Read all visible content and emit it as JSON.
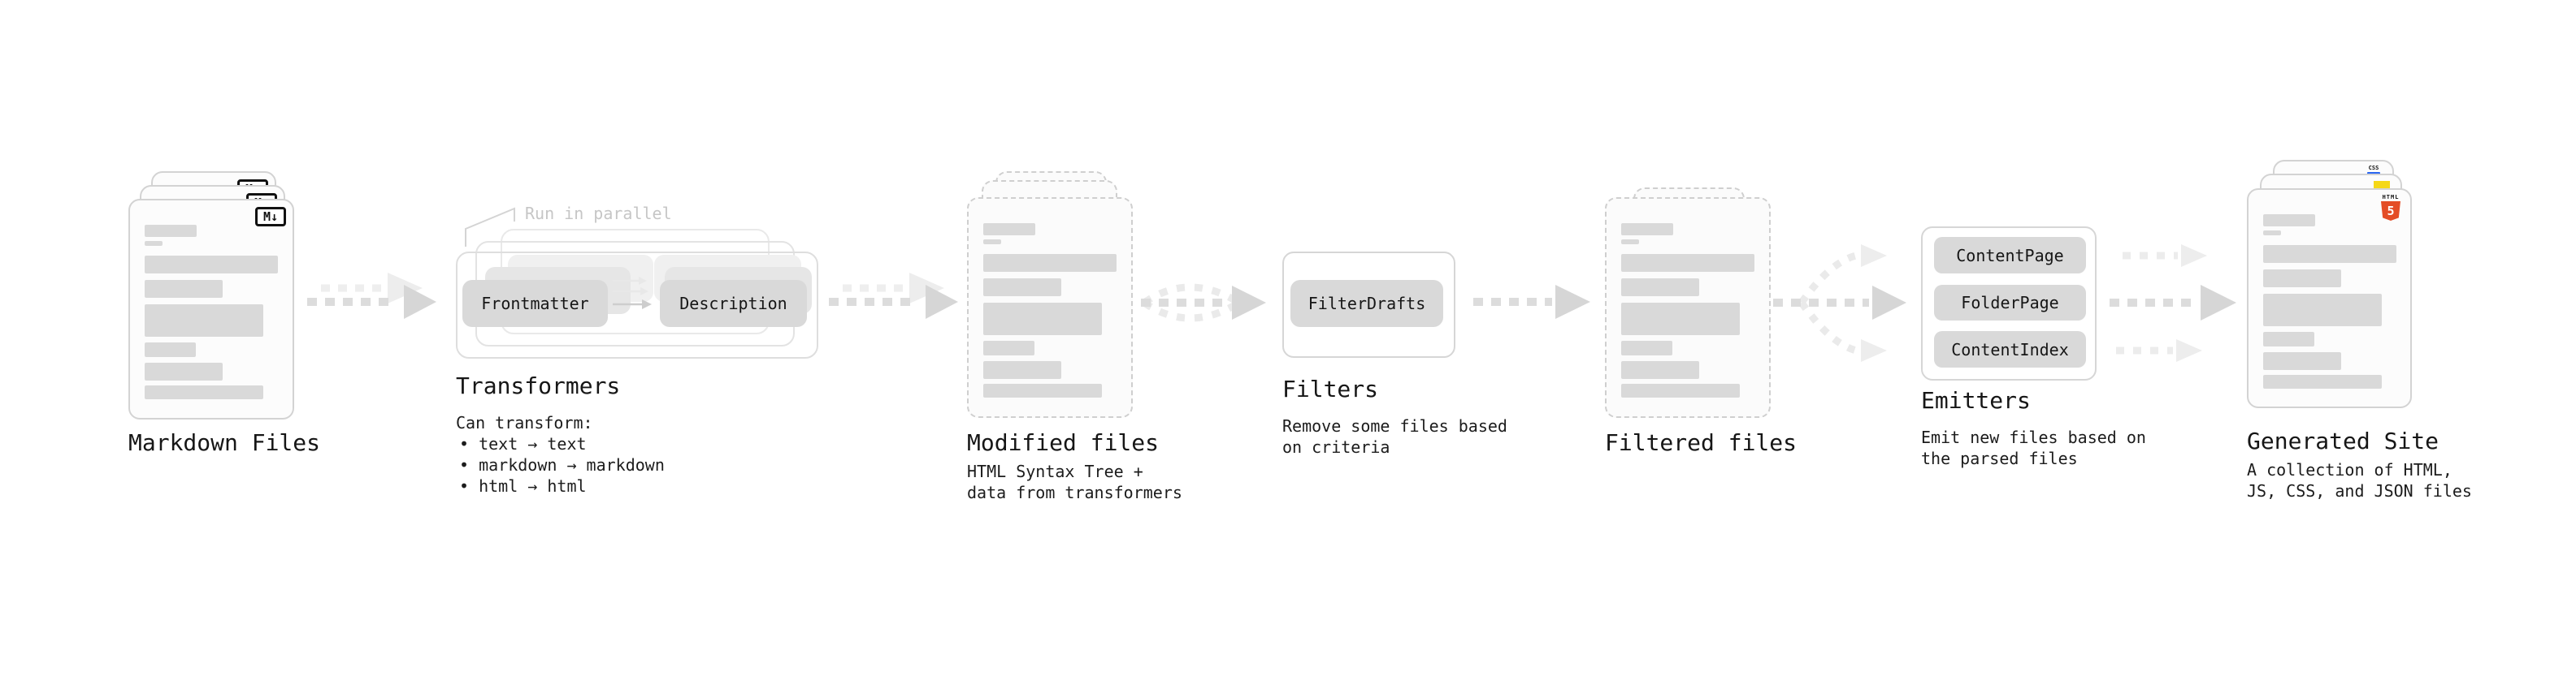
{
  "nodes": {
    "markdown_files": {
      "label": "Markdown Files",
      "badge": "M↓"
    },
    "transformers": {
      "label": "Transformers",
      "annotation": "Run in parallel",
      "step_left": "Frontmatter",
      "step_right": "Description",
      "caption_heading": "Can transform:",
      "caption_items": [
        "• text → text",
        "• markdown → markdown",
        "• html → html"
      ]
    },
    "modified_files": {
      "label": "Modified files",
      "caption_lines": [
        "HTML Syntax Tree +",
        "data from transformers"
      ]
    },
    "filters": {
      "label": "Filters",
      "step": "FilterDrafts",
      "caption_lines": [
        "Remove some files based",
        "on criteria"
      ]
    },
    "filtered_files": {
      "label": "Filtered files"
    },
    "emitters": {
      "label": "Emitters",
      "steps": [
        "ContentPage",
        "FolderPage",
        "ContentIndex"
      ],
      "caption_lines": [
        "Emit new files based on",
        "the parsed files"
      ]
    },
    "generated_site": {
      "label": "Generated Site",
      "caption_lines": [
        "A collection of HTML,",
        "JS, CSS, and JSON files"
      ],
      "badges": {
        "html_label": "HTML",
        "html_number": "5",
        "css_label": "CSS"
      }
    }
  },
  "colors": {
    "bar_gray": "#d9d9d9",
    "border_gray": "#d3d3d3",
    "arrow_gray": "#d6d6d6",
    "arrow_ghost": "#ededed",
    "annotation_gray": "#c6c6c6",
    "text_dark": "#161616",
    "html5_orange": "#e44d26",
    "js_yellow": "#f5d818",
    "css_blue": "#2965f1"
  }
}
